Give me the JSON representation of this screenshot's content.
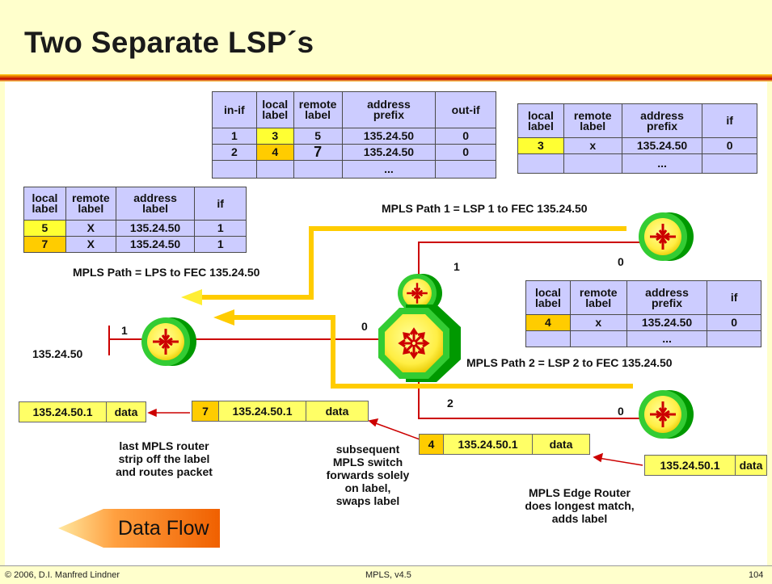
{
  "title": "Two Separate LSP´s",
  "footer": {
    "left": "© 2006, D.I. Manfred Lindner",
    "center": "MPLS, v4.5",
    "right": "104"
  },
  "table_center": {
    "headers": [
      "in-if",
      "local label",
      "remote label",
      "address prefix",
      "out-if"
    ],
    "rows": [
      [
        "1",
        "3",
        "5",
        "135.24.50",
        "0"
      ],
      [
        "2",
        "4",
        "7",
        "135.24.50",
        "0"
      ],
      [
        "",
        "",
        "",
        "...",
        ""
      ]
    ]
  },
  "table_top_right": {
    "headers": [
      "local label",
      "remote label",
      "address prefix",
      "if"
    ],
    "rows": [
      [
        "3",
        "x",
        "135.24.50",
        "0"
      ],
      [
        "",
        "",
        "...",
        ""
      ]
    ]
  },
  "table_left": {
    "headers": [
      "local label",
      "remote label",
      "address label",
      "if"
    ],
    "rows": [
      [
        "5",
        "X",
        "135.24.50",
        "1"
      ],
      [
        "7",
        "X",
        "135.24.50",
        "1"
      ]
    ]
  },
  "table_mid_right": {
    "headers": [
      "local label",
      "remote label",
      "address prefix",
      "if"
    ],
    "rows": [
      [
        "4",
        "x",
        "135.24.50",
        "0"
      ],
      [
        "",
        "",
        "...",
        ""
      ]
    ]
  },
  "labels": {
    "path1": "MPLS Path 1 = LSP 1 to FEC 135.24.50",
    "path_lps": "MPLS Path = LPS to FEC 135.24.50",
    "path2": "MPLS Path 2 = LSP 2 to FEC 135.24.50",
    "network": "135.24.50",
    "port_1_left": "1",
    "port_0_core": "0",
    "port_1_core": "1",
    "port_2_core": "2",
    "port_0_top": "0",
    "port_0_bottom": "0"
  },
  "packets": {
    "p1": [
      "135.24.50.1",
      "data"
    ],
    "p2": [
      "7",
      "135.24.50.1",
      "data"
    ],
    "p3": [
      "4",
      "135.24.50.1",
      "data"
    ],
    "p4": [
      "135.24.50.1",
      "data"
    ]
  },
  "captions": {
    "last_router": [
      "last MPLS router",
      "strip off the label",
      "and routes packet"
    ],
    "switch": [
      "subsequent",
      "MPLS switch",
      "forwards solely",
      "on label,",
      "swaps label"
    ],
    "edge": [
      "MPLS Edge Router",
      "does longest match,",
      "adds label"
    ]
  },
  "data_flow": "Data Flow",
  "colors": {
    "background": "#ffffcc",
    "table": "#ccccff",
    "label_yellow": "#ffff33",
    "label_orange": "#ffcc00",
    "path_line": "#ffcc00",
    "link_line": "#cc0000",
    "router_green": "#33cc33"
  }
}
